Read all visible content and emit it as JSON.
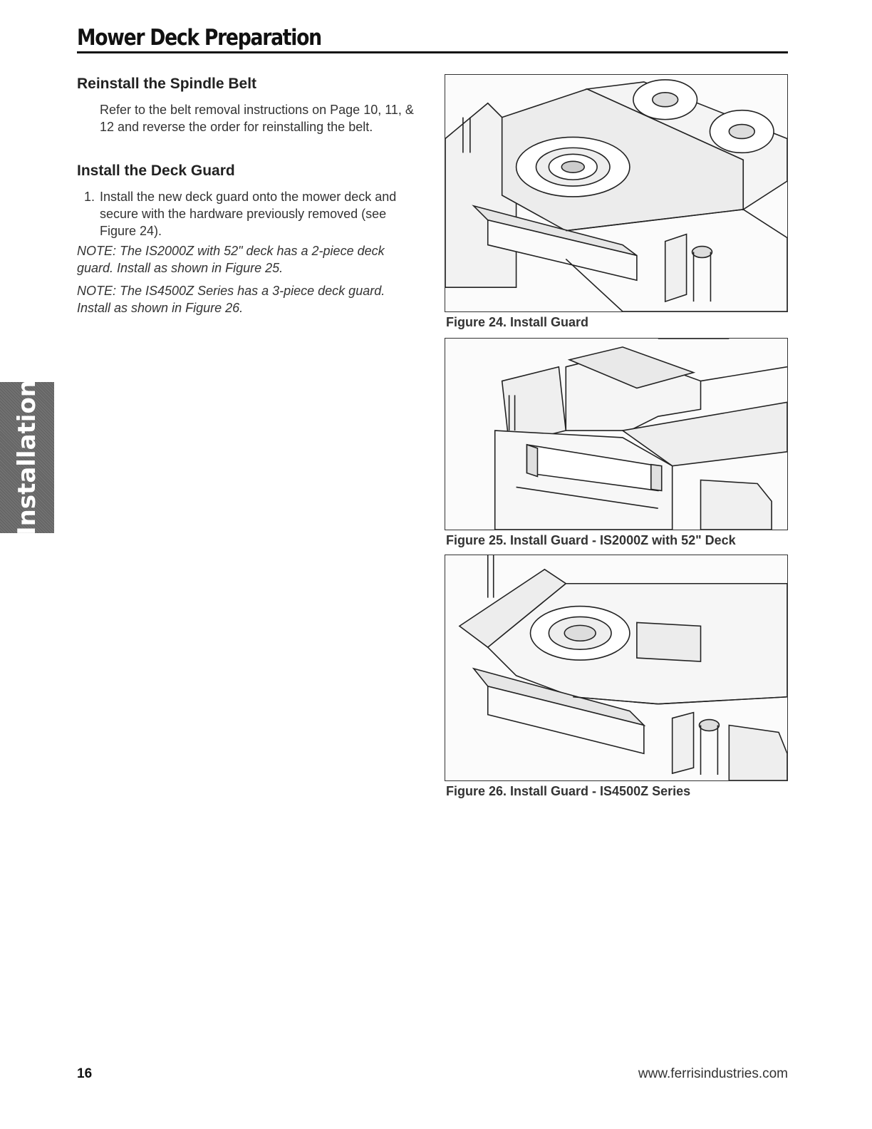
{
  "header": {
    "title": "Mower Deck Preparation"
  },
  "section1": {
    "heading": "Reinstall the Spindle Belt",
    "body": "Refer to the belt removal instructions on Page 10, 11, & 12 and reverse the order for reinstalling the belt."
  },
  "section2": {
    "heading": "Install the Deck Guard",
    "step_number": "1.",
    "step_text": "Install the new deck guard onto the mower deck and secure with the hardware previously removed (see Figure 24).",
    "note1": "NOTE:  The IS2000Z with 52\" deck has a 2-piece deck guard.  Install as shown in Figure 25.",
    "note2": "NOTE:  The IS4500Z Series has a 3-piece deck guard.  Install as shown in Figure 26."
  },
  "side_tab": {
    "label": "Installation"
  },
  "figures": [
    {
      "caption": "Figure 24.  Install Guard"
    },
    {
      "caption": "Figure 25.  Install Guard - IS2000Z with 52\" Deck"
    },
    {
      "caption": "Figure 26.  Install Guard - IS4500Z Series"
    }
  ],
  "footer": {
    "page_number": "16",
    "website": "www.ferrisindustries.com"
  }
}
